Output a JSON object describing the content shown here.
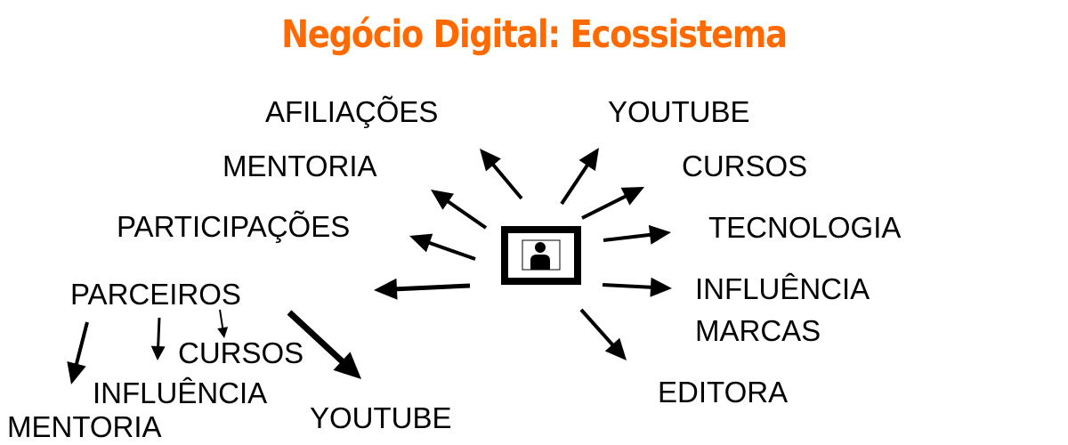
{
  "title": "Negócio Digital: Ecossistema",
  "colors": {
    "title": "#ff6a00",
    "ink": "#000000",
    "background": "#ffffff"
  },
  "center_icon": "person-in-frame-icon",
  "labels": {
    "afiliacoes": "AFILIAÇÕES",
    "youtube": "YOUTUBE",
    "mentoria": "MENTORIA",
    "cursos": "CURSOS",
    "participacoes": "PARTICIPAÇÕES",
    "tecnologia": "TECNOLOGIA",
    "parceiros": "PARCEIROS",
    "influencia": "INFLUÊNCIA",
    "marcas": "MARCAS",
    "parceiros_cursos": "CURSOS",
    "editora": "EDITORA",
    "parceiros_influencia": "INFLUÊNCIA",
    "parceiros_youtube": "YOUTUBE",
    "parceiros_mentoria": "MENTORIA"
  }
}
